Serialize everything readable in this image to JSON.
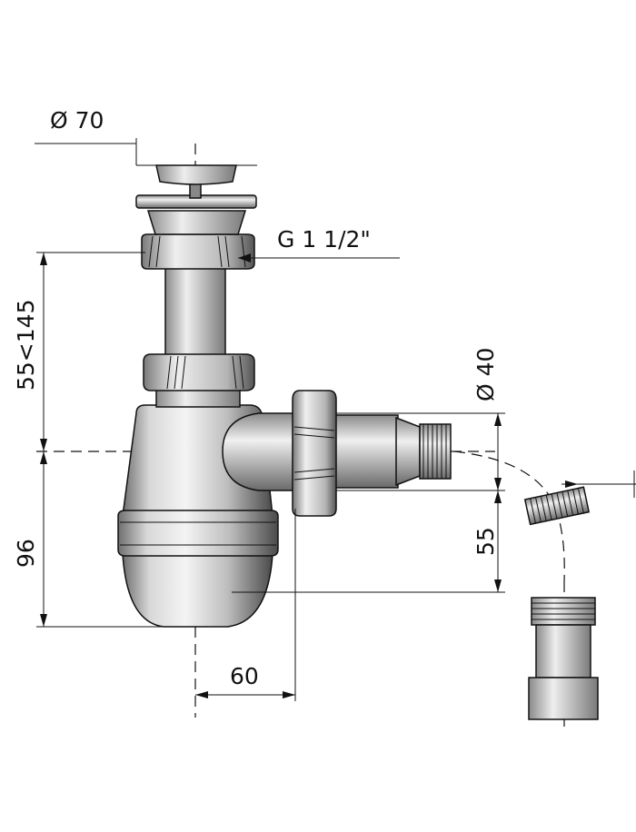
{
  "dimensions": {
    "strainer_diameter": "Ø 70",
    "thread": "G 1 1/2\"",
    "outlet_diameter": "Ø 40",
    "height_range": "55<145",
    "bottom_height": "96",
    "outlet_offset": "55",
    "horizontal_offset": "60"
  },
  "colors": {
    "line": "#111111",
    "metal_light": "#e8e8e8",
    "metal_mid": "#bdbdbd",
    "metal_dark": "#5a5a5a"
  }
}
